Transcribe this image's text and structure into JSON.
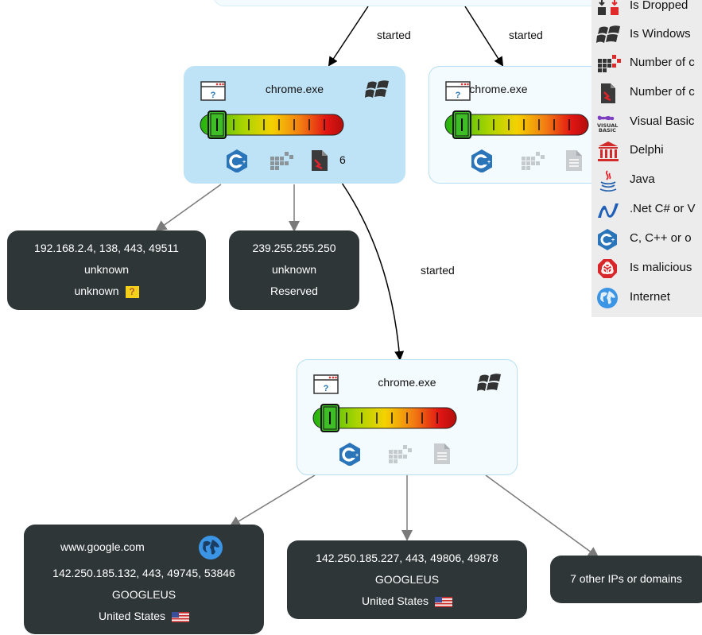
{
  "edges": {
    "started_1": "started",
    "started_2": "started",
    "started_3": "started"
  },
  "processes": [
    {
      "name": "chrome.exe",
      "dropped_count": "6"
    },
    {
      "name": "chrome.exe"
    },
    {
      "name": "chrome.exe"
    }
  ],
  "network": {
    "n1": {
      "line1": "192.168.2.4, 138, 443, 49511",
      "line2": "unknown",
      "line3": "unknown"
    },
    "n2": {
      "line1": "239.255.255.250",
      "line2": "unknown",
      "line3": "Reserved"
    },
    "n3": {
      "domain": "www.google.com",
      "line1": "142.250.185.132, 443, 49745, 53846",
      "line2": "GOOGLEUS",
      "line3": "United States"
    },
    "n4": {
      "line1": "142.250.185.227, 443, 49806, 49878",
      "line2": "GOOGLEUS",
      "line3": "United States"
    },
    "n5": {
      "line1": "7 other IPs or domains"
    }
  },
  "legend": [
    {
      "icon": "dropped-icon",
      "label": "Is Dropped"
    },
    {
      "icon": "windows-icon",
      "label": "Is Windows"
    },
    {
      "icon": "number-of-created-icon",
      "label": "Number of c"
    },
    {
      "icon": "number-of-files-icon",
      "label": "Number of c"
    },
    {
      "icon": "visual-basic-icon",
      "label": "Visual Basic"
    },
    {
      "icon": "delphi-icon",
      "label": "Delphi"
    },
    {
      "icon": "java-icon",
      "label": "Java"
    },
    {
      "icon": "dotnet-icon",
      "label": ".Net C# or V"
    },
    {
      "icon": "c-cpp-icon",
      "label": "C, C++ or o"
    },
    {
      "icon": "malicious-icon",
      "label": "Is malicious"
    },
    {
      "icon": "internet-icon",
      "label": "Internet"
    }
  ],
  "colors": {
    "process_active": "#bfe3f6",
    "process_light": "#f4fbff",
    "network_node": "#2e3638",
    "legend_bg": "#ececec",
    "edge_black": "#000000",
    "edge_gray": "#7a7a7a"
  }
}
